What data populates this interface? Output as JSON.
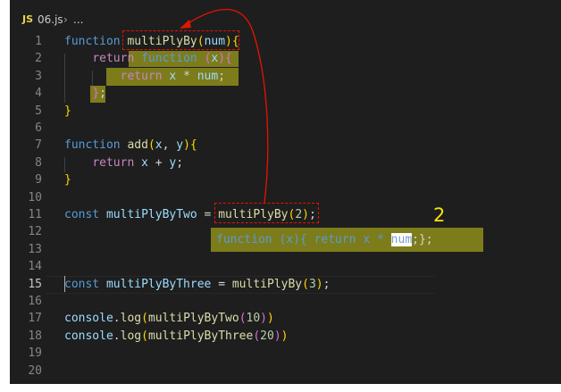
{
  "breadcrumb": {
    "icon": "JS",
    "file": "06.js",
    "separator": "›",
    "more": "..."
  },
  "lines": [
    {
      "n": "1",
      "tokens": [
        {
          "t": "function",
          "c": "kw"
        },
        {
          "t": " "
        },
        {
          "t": "multiPlyBy",
          "c": "fn"
        },
        {
          "t": "(",
          "c": "br1"
        },
        {
          "t": "num",
          "c": "pm"
        },
        {
          "t": ")",
          "c": "br1"
        },
        {
          "t": "{",
          "c": "br1"
        }
      ]
    },
    {
      "n": "2",
      "tokens": [
        {
          "t": "    "
        },
        {
          "t": "return",
          "c": "ctl"
        },
        {
          "t": " "
        },
        {
          "t": "function",
          "c": "kw"
        },
        {
          "t": " "
        },
        {
          "t": "(",
          "c": "br2"
        },
        {
          "t": "x",
          "c": "pm"
        },
        {
          "t": ")",
          "c": "br2"
        },
        {
          "t": "{",
          "c": "br2"
        }
      ]
    },
    {
      "n": "3",
      "tokens": [
        {
          "t": "        "
        },
        {
          "t": "return",
          "c": "ctl"
        },
        {
          "t": " "
        },
        {
          "t": "x",
          "c": "pm"
        },
        {
          "t": " * "
        },
        {
          "t": "num",
          "c": "pm"
        },
        {
          "t": ";"
        }
      ]
    },
    {
      "n": "4",
      "tokens": [
        {
          "t": "    "
        },
        {
          "t": "}",
          "c": "br2"
        },
        {
          "t": ";"
        }
      ]
    },
    {
      "n": "5",
      "tokens": [
        {
          "t": "}",
          "c": "br1"
        }
      ]
    },
    {
      "n": "6",
      "tokens": []
    },
    {
      "n": "7",
      "tokens": [
        {
          "t": "function",
          "c": "kw"
        },
        {
          "t": " "
        },
        {
          "t": "add",
          "c": "fn"
        },
        {
          "t": "(",
          "c": "br1"
        },
        {
          "t": "x",
          "c": "pm"
        },
        {
          "t": ", "
        },
        {
          "t": "y",
          "c": "pm"
        },
        {
          "t": ")",
          "c": "br1"
        },
        {
          "t": "{",
          "c": "br1"
        }
      ]
    },
    {
      "n": "8",
      "tokens": [
        {
          "t": "    "
        },
        {
          "t": "return",
          "c": "ctl"
        },
        {
          "t": " "
        },
        {
          "t": "x",
          "c": "pm"
        },
        {
          "t": " + "
        },
        {
          "t": "y",
          "c": "pm"
        },
        {
          "t": ";"
        }
      ]
    },
    {
      "n": "9",
      "tokens": [
        {
          "t": "}",
          "c": "br1"
        }
      ]
    },
    {
      "n": "10",
      "tokens": []
    },
    {
      "n": "11",
      "tokens": [
        {
          "t": "const",
          "c": "kw"
        },
        {
          "t": " "
        },
        {
          "t": "multiPlyByTwo",
          "c": "pm"
        },
        {
          "t": " = "
        },
        {
          "t": "multiPlyBy",
          "c": "fn"
        },
        {
          "t": "(",
          "c": "br1"
        },
        {
          "t": "2",
          "c": "nm"
        },
        {
          "t": ")",
          "c": "br1"
        },
        {
          "t": ";"
        }
      ]
    },
    {
      "n": "12",
      "tokens": []
    },
    {
      "n": "13",
      "tokens": []
    },
    {
      "n": "14",
      "tokens": []
    },
    {
      "n": "15",
      "tokens": [
        {
          "t": "const",
          "c": "kw"
        },
        {
          "t": " "
        },
        {
          "t": "multiPlyByThree",
          "c": "pm"
        },
        {
          "t": " = "
        },
        {
          "t": "multiPlyBy",
          "c": "fn"
        },
        {
          "t": "(",
          "c": "br1"
        },
        {
          "t": "3",
          "c": "nm"
        },
        {
          "t": ")",
          "c": "br1"
        },
        {
          "t": ";"
        }
      ]
    },
    {
      "n": "16",
      "tokens": []
    },
    {
      "n": "17",
      "tokens": [
        {
          "t": "console",
          "c": "pm"
        },
        {
          "t": "."
        },
        {
          "t": "log",
          "c": "fn"
        },
        {
          "t": "(",
          "c": "br1"
        },
        {
          "t": "multiPlyByTwo",
          "c": "fn"
        },
        {
          "t": "(",
          "c": "br2"
        },
        {
          "t": "10",
          "c": "nm"
        },
        {
          "t": ")",
          "c": "br2"
        },
        {
          "t": ")",
          "c": "br1"
        }
      ]
    },
    {
      "n": "18",
      "tokens": [
        {
          "t": "console",
          "c": "pm"
        },
        {
          "t": "."
        },
        {
          "t": "log",
          "c": "fn"
        },
        {
          "t": "(",
          "c": "br1"
        },
        {
          "t": "multiPlyByThree",
          "c": "fn"
        },
        {
          "t": "(",
          "c": "br2"
        },
        {
          "t": "20",
          "c": "nm"
        },
        {
          "t": ")",
          "c": "br2"
        },
        {
          "t": ")",
          "c": "br1"
        }
      ]
    },
    {
      "n": "19",
      "tokens": []
    },
    {
      "n": "20",
      "tokens": []
    }
  ],
  "active_line": "15",
  "annotation": {
    "number_label": "2",
    "substituted_code": {
      "before": "function (x){ return x * ",
      "selected": "num",
      "after": ";};"
    }
  },
  "colors": {
    "editor_bg": "#1e1e1e",
    "keyword": "#569cd6",
    "control": "#c586c0",
    "function": "#dcdcaa",
    "variable": "#9cdcfe",
    "number": "#b5cea8",
    "highlight": "#7d7c1b",
    "annotation_red": "#e51400",
    "annotation_yellow": "#f5e30a"
  }
}
